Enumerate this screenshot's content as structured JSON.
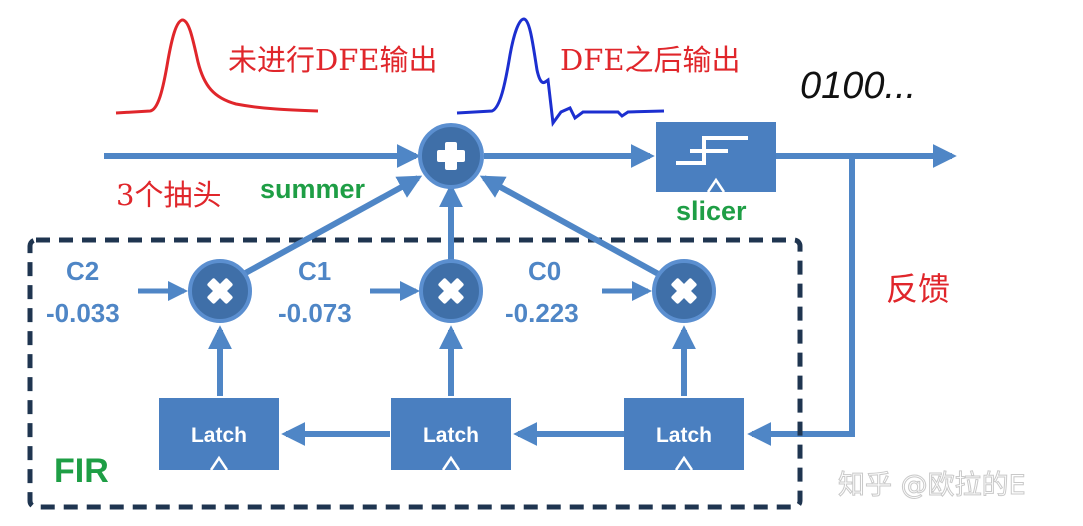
{
  "colors": {
    "accent_blue": "#4f86c6",
    "block_blue": "#4a7fc0",
    "node_dark": "#3f6fa8",
    "red": "#e0262b",
    "green": "#1e9e45",
    "fir_border": "#1f3550"
  },
  "labels": {
    "before_dfe": "未进行DFE输出",
    "after_dfe": "DFE之后输出",
    "bits": "0100...",
    "taps": "3个抽头",
    "summer": "summer",
    "slicer": "slicer",
    "feedback": "反馈",
    "fir": "FIR",
    "watermark": "知乎 @欧拉的E"
  },
  "taps": [
    {
      "name": "C2",
      "value": "-0.033"
    },
    {
      "name": "C1",
      "value": "-0.073"
    },
    {
      "name": "C0",
      "value": "-0.223"
    }
  ],
  "latches": [
    "Latch",
    "Latch",
    "Latch"
  ],
  "icons": {
    "summer": "plus-icon",
    "multiplier": "times-icon",
    "slicer": "step-function-icon",
    "clock": "clock-triangle-icon"
  }
}
